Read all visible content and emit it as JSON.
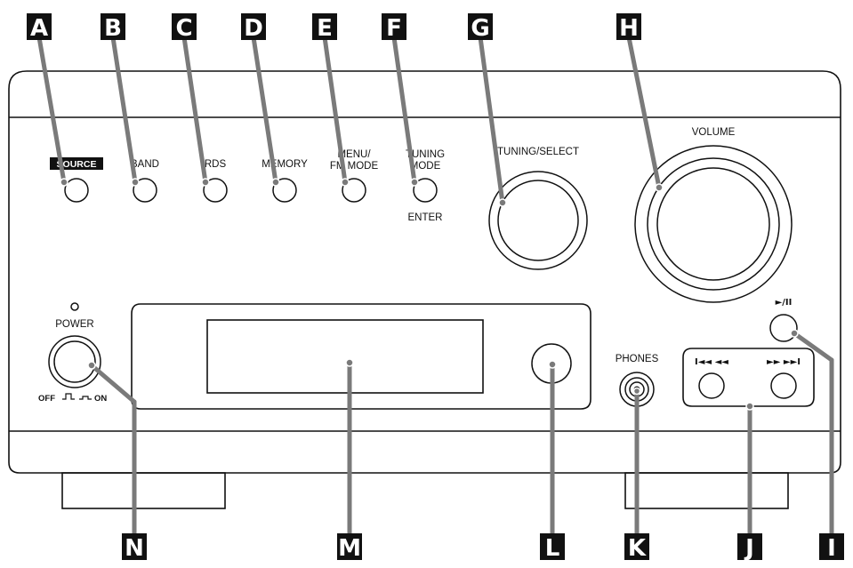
{
  "callouts": {
    "A": "A",
    "B": "B",
    "C": "C",
    "D": "D",
    "E": "E",
    "F": "F",
    "G": "G",
    "H": "H",
    "I": "I",
    "J": "J",
    "K": "K",
    "L": "L",
    "M": "M",
    "N": "N"
  },
  "labels": {
    "source": "SOURCE",
    "band": "BAND",
    "rds": "RDS",
    "memory": "MEMORY",
    "menu_line1": "MENU/",
    "menu_line2": "FM MODE",
    "tuning_mode_line1": "TUNING",
    "tuning_mode_line2": "MODE",
    "enter": "ENTER",
    "tuning_select": "TUNING/SELECT",
    "volume": "VOLUME",
    "power": "POWER",
    "off": "OFF",
    "on": "ON",
    "phones": "PHONES",
    "play_pause": "►/II",
    "skip_back": "I◄◄ ◄◄",
    "skip_fwd": "►► ►►I"
  },
  "icons": {
    "source_buttons": "circle",
    "tuning_knob": "ring-knob",
    "volume_knob": "ring-knob",
    "headphone_jack": "concentric-circles",
    "power_indicator": "small-circle"
  }
}
